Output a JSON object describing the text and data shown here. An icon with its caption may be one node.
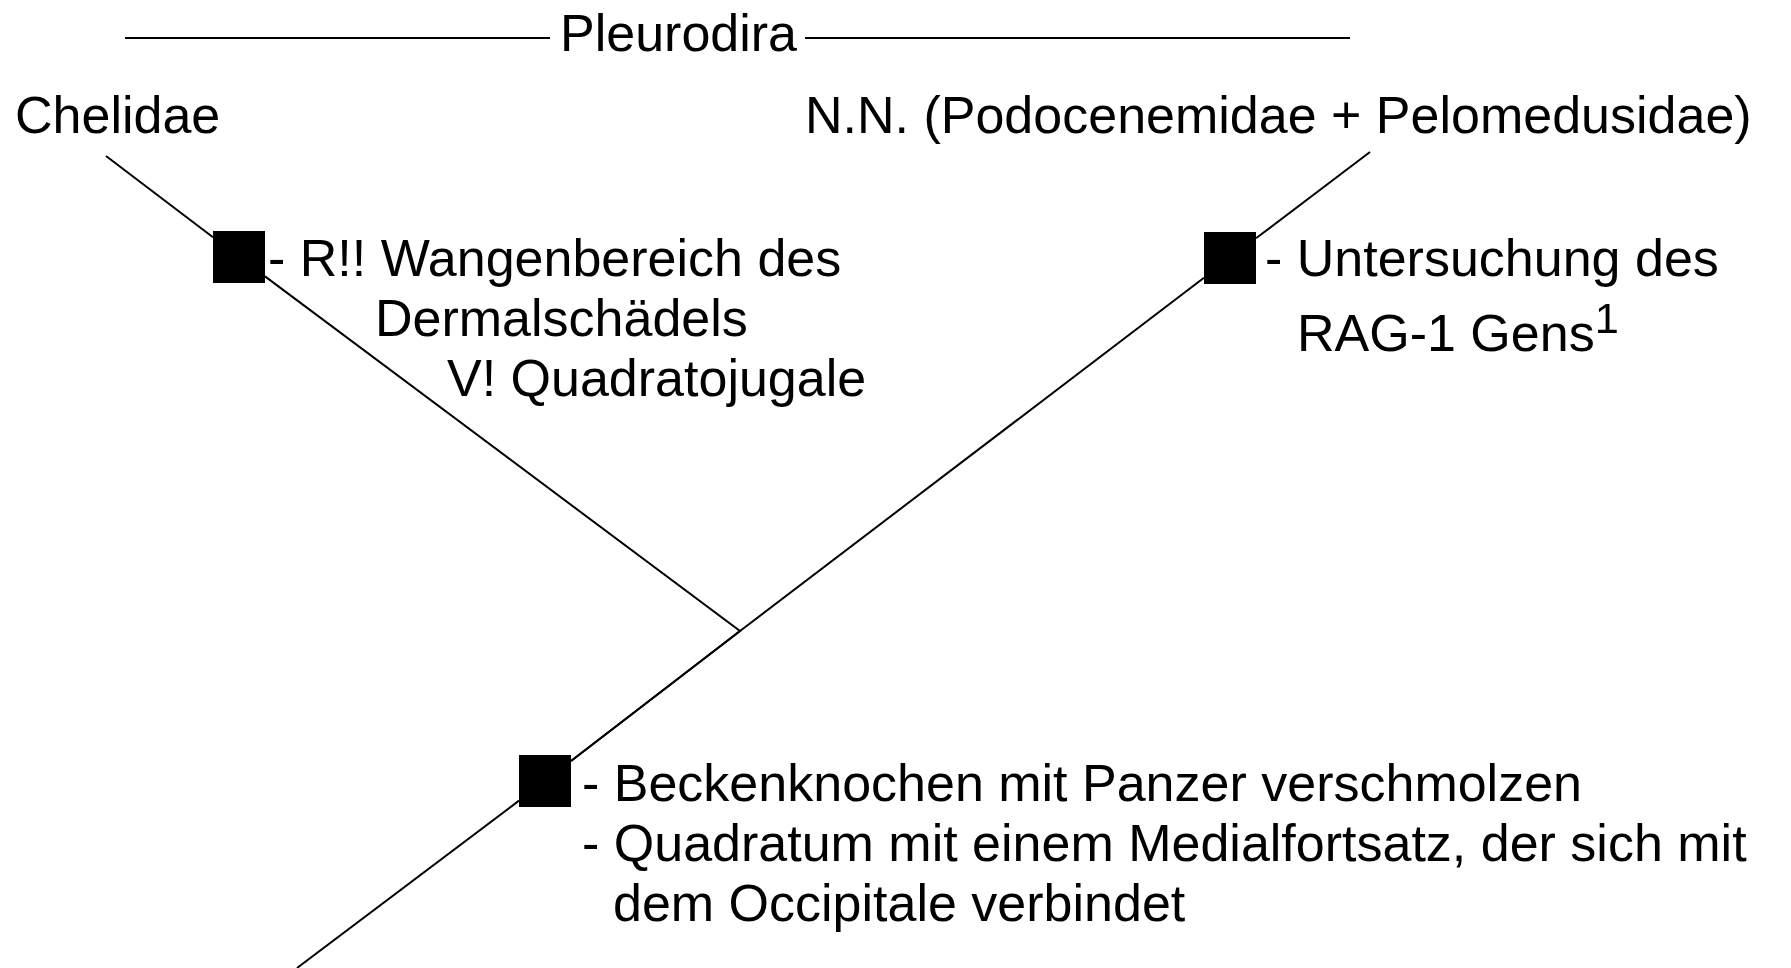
{
  "diagram": {
    "nodes": [
      {
        "text": [
          "Chelidae"
        ]
      },
      {
        "text": [
          "N.N. (Podocenemidae + Pelomedusidae)"
        ]
      },
      {
        "text": [],
        "shape": "box",
        "beside": [
          "- R!! Wangenbereich des Dermalschädels",
          "V! Quadratojugale"
        ]
      },
      {
        "text": [],
        "shape": "box",
        "beside": [
          "- Untersuchung des RAG-1 Gens$^{1}$"
        ]
      },
      {
        "text": [],
        "shape": "box",
        "beside": [
          "- Beckenknochen mit Panzer verschmolzen",
          "- Quadratum mit einem Medialfortsatz, der sich mit dem Occipitale verbindet"
        ]
      }
    ],
    "edges": [
      {
        "from": 0,
        "to": 2,
        "arrow": "none"
      },
      {
        "from": 1,
        "to": 3,
        "arrow": "none"
      },
      {
        "from": 2,
        "to": 4,
        "arrow": "none"
      },
      {
        "from": 3,
        "to": 4,
        "arrow": "none"
      },
      {
        "from": 4,
        "to": null,
        "arrow": "none"
      }
    ],
    "labels": [
      "Pleurodira"
    ]
  }
}
